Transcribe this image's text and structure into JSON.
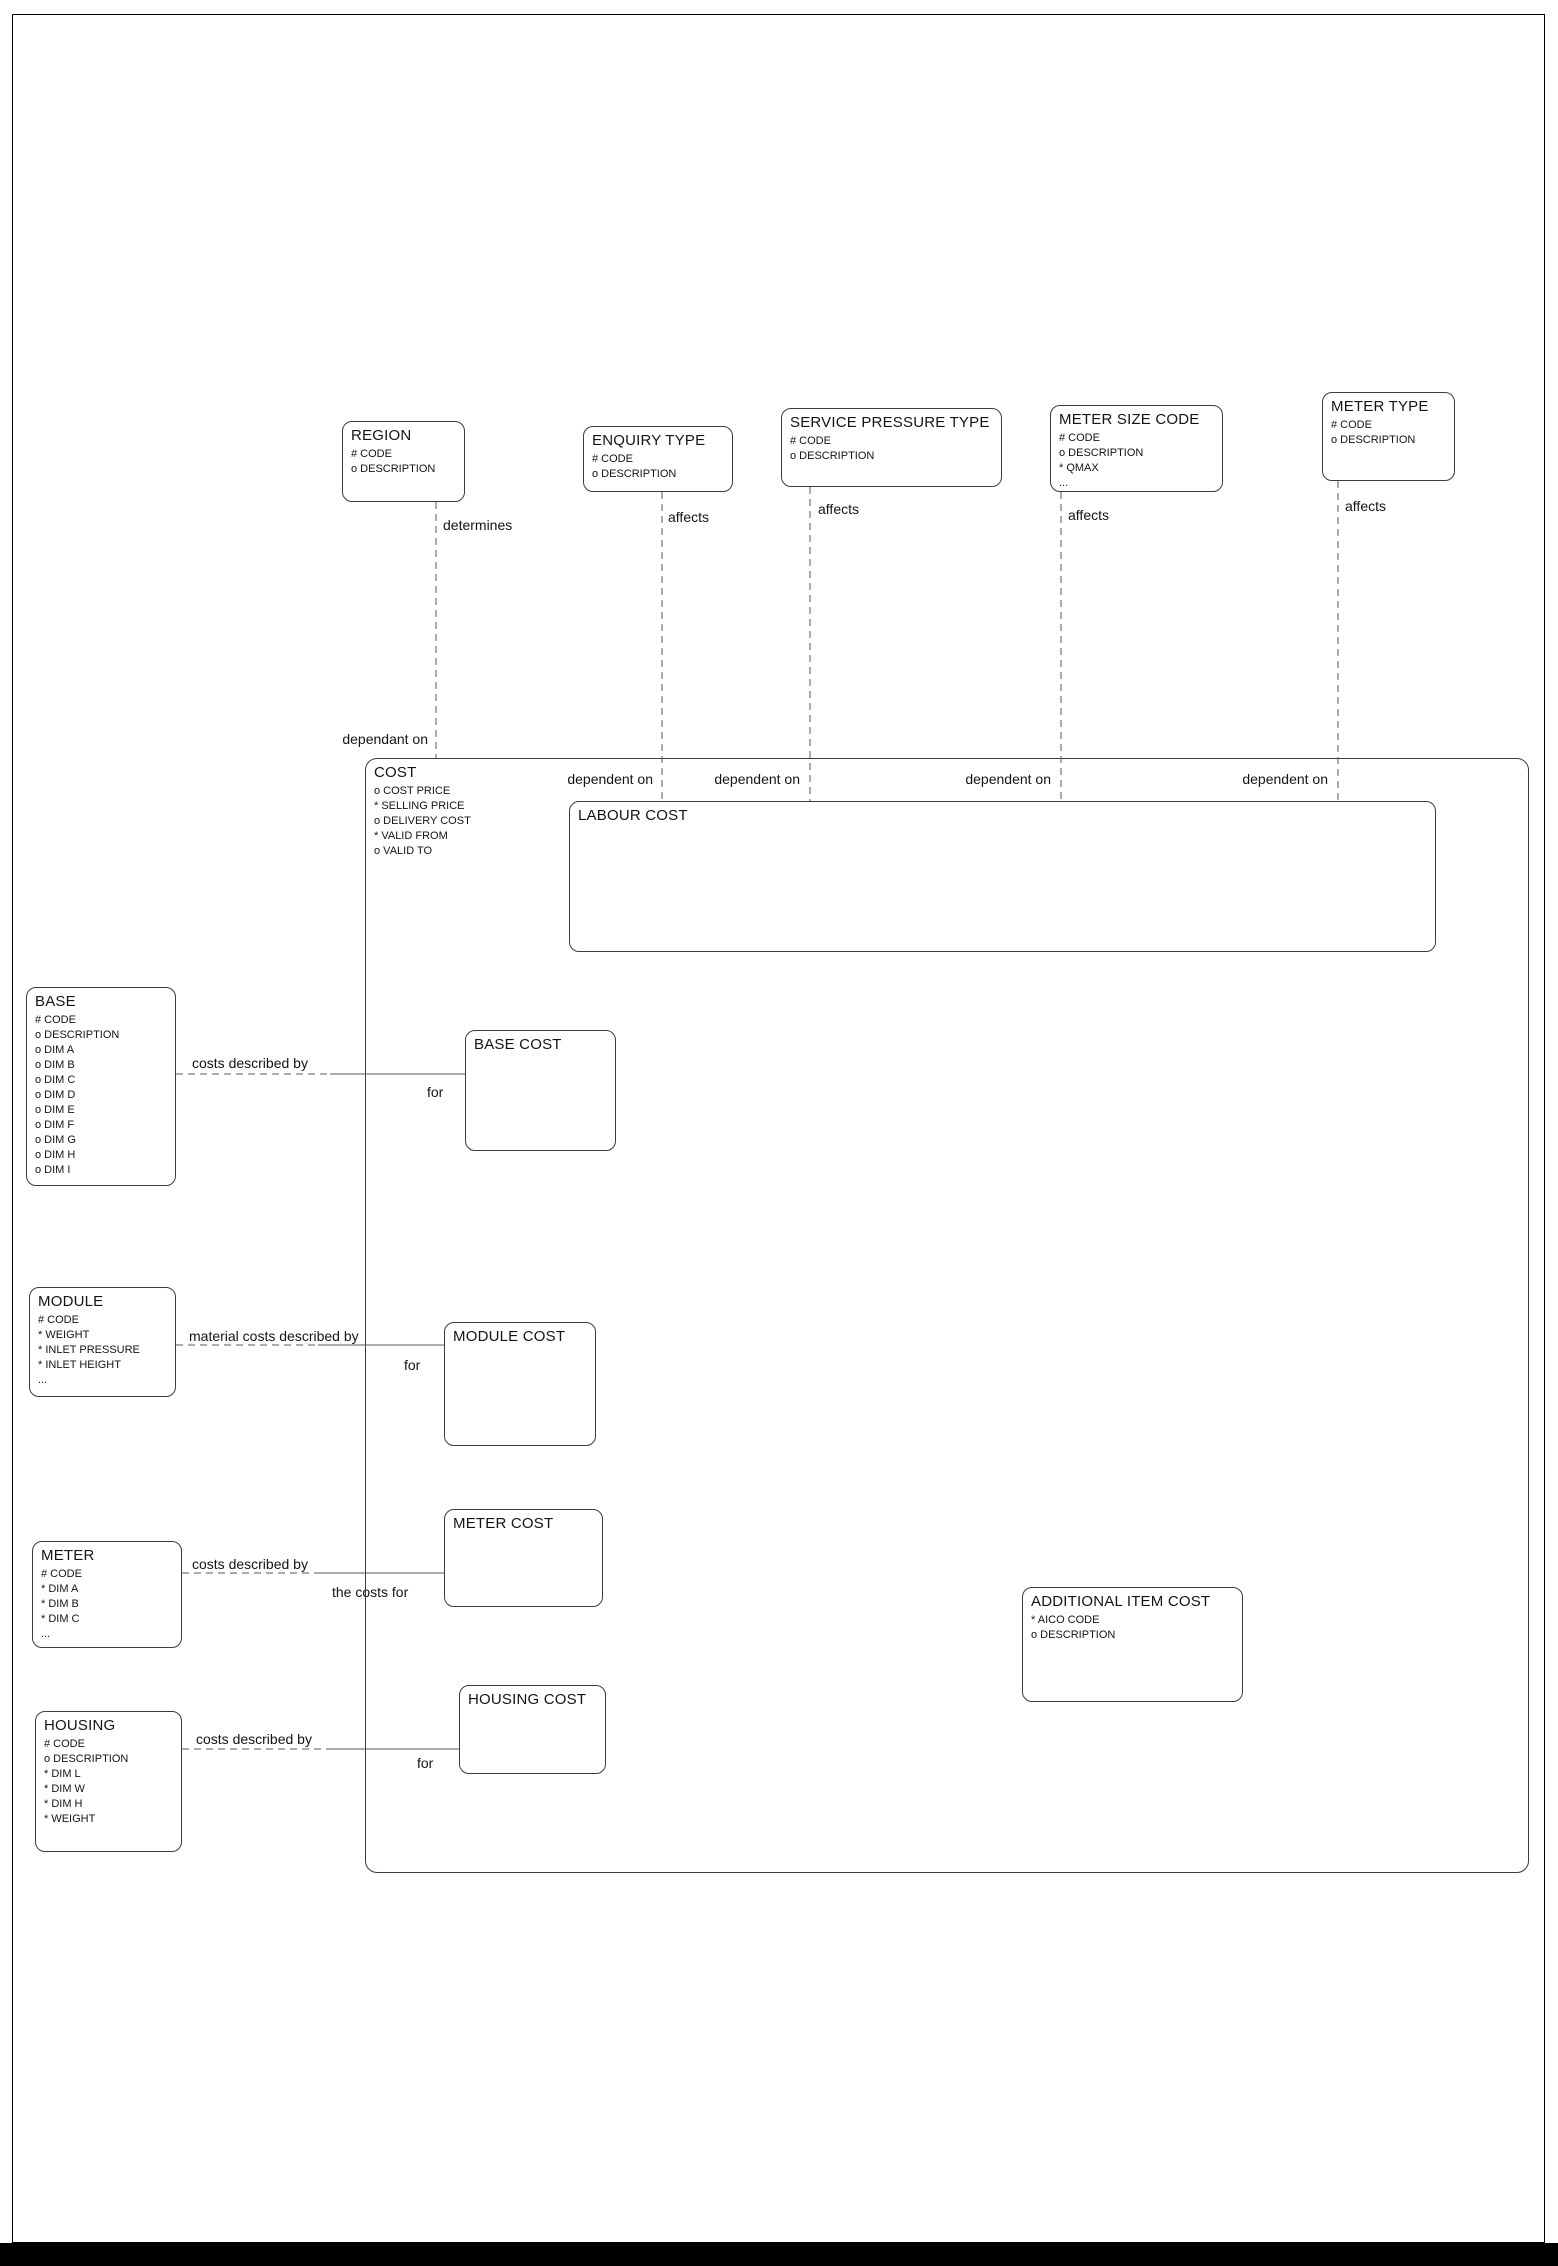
{
  "diagram": {
    "entities": {
      "region": {
        "title": "REGION",
        "attrs": [
          "# CODE",
          "o DESCRIPTION"
        ]
      },
      "enquiry_type": {
        "title": "ENQUIRY TYPE",
        "attrs": [
          "# CODE",
          "o DESCRIPTION"
        ]
      },
      "service_pressure_type": {
        "title": "SERVICE PRESSURE TYPE",
        "attrs": [
          "# CODE",
          "o DESCRIPTION"
        ]
      },
      "meter_size_code": {
        "title": "METER SIZE CODE",
        "attrs": [
          "# CODE",
          "o DESCRIPTION",
          "* QMAX",
          "..."
        ]
      },
      "meter_type": {
        "title": "METER TYPE",
        "attrs": [
          "# CODE",
          "o DESCRIPTION"
        ]
      },
      "cost": {
        "title": "COST",
        "attrs": [
          "o COST PRICE",
          "* SELLING PRICE",
          "o DELIVERY COST",
          "* VALID FROM",
          "o VALID TO"
        ]
      },
      "labour_cost": {
        "title": "LABOUR COST",
        "attrs": []
      },
      "base": {
        "title": "BASE",
        "attrs": [
          "# CODE",
          "o DESCRIPTION",
          "o DIM A",
          "o DIM B",
          "o DIM C",
          "o DIM D",
          "o DIM E",
          "o DIM F",
          "o DIM G",
          "o DIM H",
          "o DIM I"
        ]
      },
      "base_cost": {
        "title": "BASE COST",
        "attrs": []
      },
      "module": {
        "title": "MODULE",
        "attrs": [
          "# CODE",
          "* WEIGHT",
          "* INLET PRESSURE",
          "* INLET HEIGHT",
          "..."
        ]
      },
      "module_cost": {
        "title": "MODULE COST",
        "attrs": []
      },
      "meter": {
        "title": "METER",
        "attrs": [
          "# CODE",
          "* DIM A",
          "* DIM B",
          "* DIM C",
          "..."
        ]
      },
      "meter_cost": {
        "title": "METER COST",
        "attrs": []
      },
      "housing": {
        "title": "HOUSING",
        "attrs": [
          "# CODE",
          "o DESCRIPTION",
          "* DIM L",
          "* DIM W",
          "* DIM H",
          "* WEIGHT"
        ]
      },
      "housing_cost": {
        "title": "HOUSING COST",
        "attrs": []
      },
      "additional_item_cost": {
        "title": "ADDITIONAL ITEM COST",
        "attrs": [
          "* AICO CODE",
          "o DESCRIPTION"
        ]
      }
    },
    "relationships": {
      "region_cost": {
        "near_label": "determines",
        "far_label": "dependant on"
      },
      "enquiry_cost": {
        "near_label": "affects",
        "far_label": "dependent on"
      },
      "service_cost": {
        "near_label": "affects",
        "far_label": "dependent on"
      },
      "meter_size_cost": {
        "near_label": "affects",
        "far_label": "dependent on"
      },
      "meter_type_cost": {
        "near_label": "affects",
        "far_label": "dependent on"
      },
      "base_basecost": {
        "near_label": "costs described by",
        "far_label": "for"
      },
      "module_modulecost": {
        "near_label": "material costs described by",
        "far_label": "for"
      },
      "meter_metercost": {
        "near_label": "costs described by",
        "far_label": "the costs for"
      },
      "housing_housingcost": {
        "near_label": "costs described by",
        "far_label": "for"
      }
    },
    "colors": {
      "line": "#5a5a5a",
      "box_border": "#3c3c3c",
      "text": "#141414",
      "page_background": "#ffffff",
      "page_border": "#000000"
    }
  }
}
